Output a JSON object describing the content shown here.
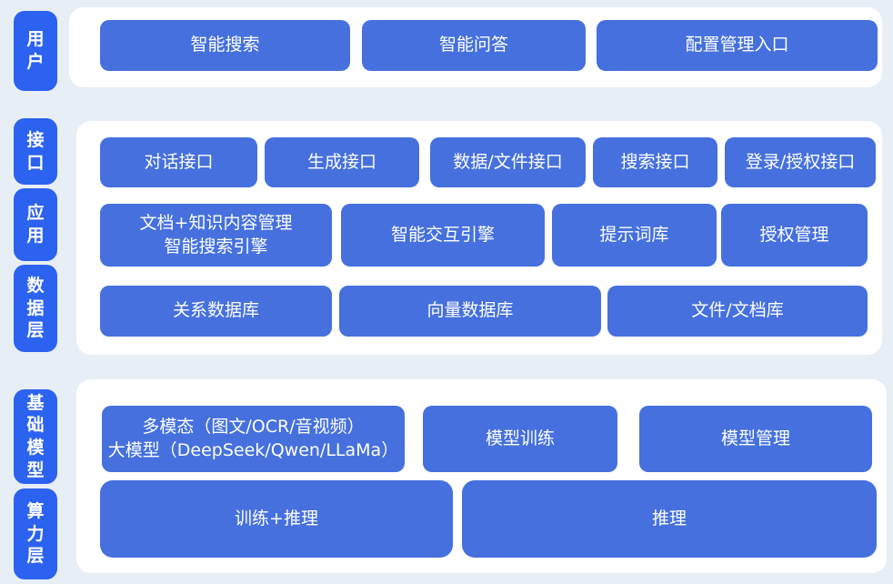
{
  "colors": {
    "page_bg": "#e8eef6",
    "panel_bg": "#ffffff",
    "label_bg": "#2b62f0",
    "block_bg": "#4570de",
    "text": "#ffffff"
  },
  "panels": [
    {
      "name": "user-layer-panel",
      "rows": [
        {
          "side_label": "用户",
          "buttons": [
            {
              "line1": "智能搜索"
            },
            {
              "line1": "智能问答"
            },
            {
              "line1": "配置管理入口"
            }
          ]
        }
      ]
    },
    {
      "name": "middle-panel",
      "rows": [
        {
          "side_label": "接口",
          "buttons": [
            {
              "line1": "对话接口"
            },
            {
              "line1": "生成接口"
            },
            {
              "line1": "数据/文件接口"
            },
            {
              "line1": "搜索接口"
            },
            {
              "line1": "登录/授权接口"
            }
          ]
        },
        {
          "side_label": "应用",
          "buttons": [
            {
              "line1": "文档+知识内容管理",
              "line2": "智能搜索引擎"
            },
            {
              "line1": "智能交互引擎"
            },
            {
              "line1": "提示词库"
            },
            {
              "line1": "授权管理"
            }
          ]
        },
        {
          "side_label": "数据层",
          "buttons": [
            {
              "line1": "关系数据库"
            },
            {
              "line1": "向量数据库"
            },
            {
              "line1": "文件/文档库"
            }
          ]
        }
      ]
    },
    {
      "name": "bottom-panel",
      "rows": [
        {
          "side_label": "基础模型",
          "buttons": [
            {
              "line1": "多模态（图文/OCR/音视频）",
              "line2": "大模型（DeepSeek/Qwen/LLaMa）"
            },
            {
              "line1": "模型训练"
            },
            {
              "line1": "模型管理"
            }
          ]
        },
        {
          "side_label": "算力层",
          "buttons": [
            {
              "line1": "训练+推理"
            },
            {
              "line1": "推理"
            }
          ]
        }
      ]
    }
  ]
}
